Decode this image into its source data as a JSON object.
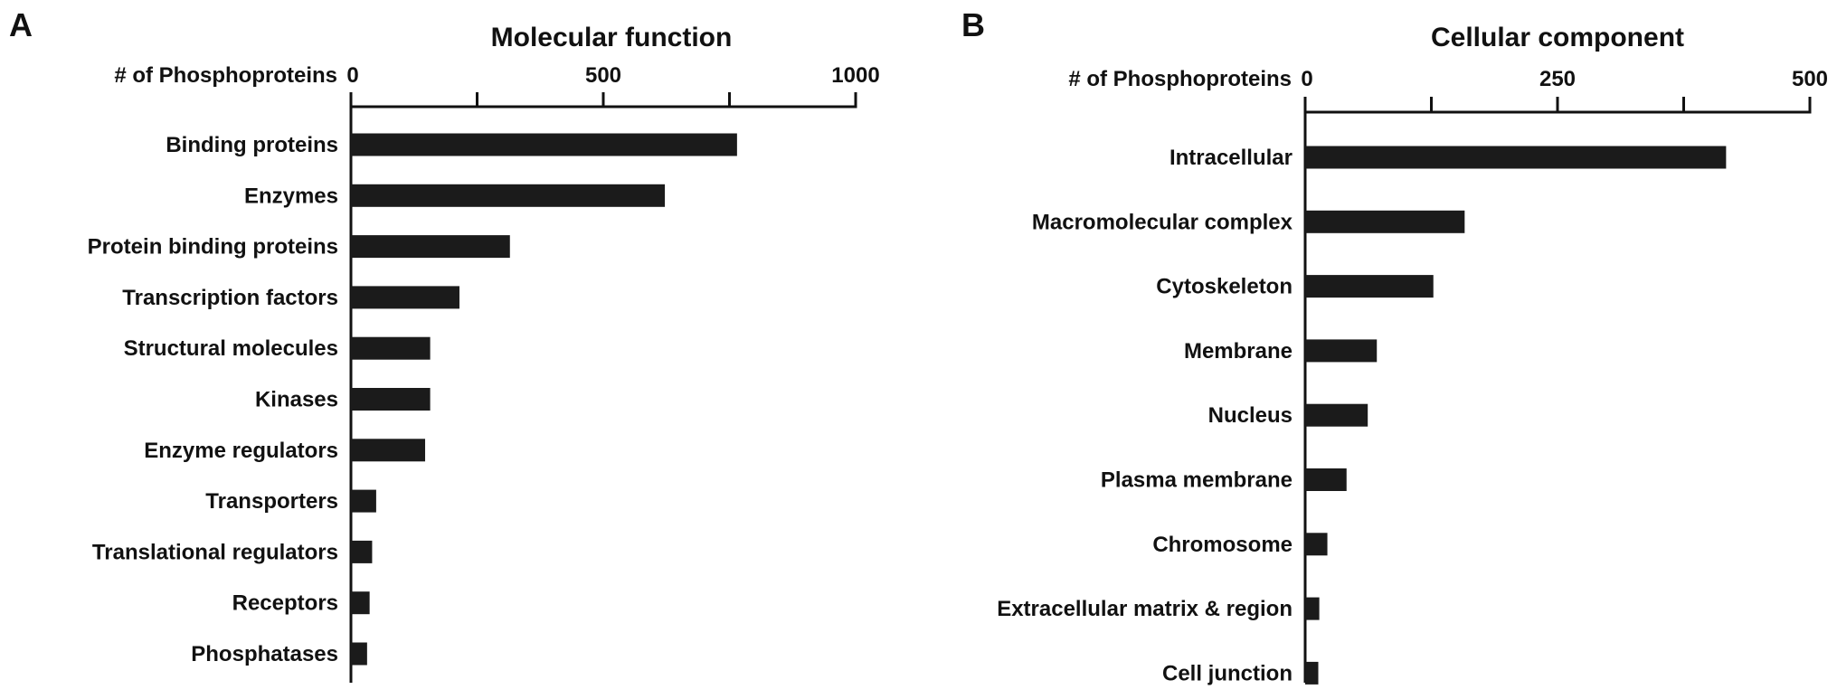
{
  "chart_data": [
    {
      "type": "bar",
      "orientation": "horizontal",
      "panel": "A",
      "title": "Molecular function",
      "axis_label": "# of Phosphoproteins",
      "xlim": [
        0,
        1000
      ],
      "ticks": [
        0,
        250,
        500,
        750,
        1000
      ],
      "tick_labels": [
        "0",
        "",
        "500",
        "",
        "1000"
      ],
      "categories": [
        "Binding proteins",
        "Enzymes",
        "Protein binding proteins",
        "Transcription factors",
        "Structural molecules",
        "Kinases",
        "Enzyme regulators",
        "Transporters",
        "Translational regulators",
        "Receptors",
        "Phosphatases"
      ],
      "values": [
        765,
        622,
        315,
        215,
        157,
        157,
        147,
        50,
        42,
        37,
        32
      ],
      "grid": false
    },
    {
      "type": "bar",
      "orientation": "horizontal",
      "panel": "B",
      "title": "Cellular component",
      "axis_label": "# of Phosphoproteins",
      "xlim": [
        0,
        500
      ],
      "ticks": [
        0,
        125,
        250,
        375,
        500
      ],
      "tick_labels": [
        "0",
        "",
        "250",
        "",
        "500"
      ],
      "categories": [
        "Intracellular",
        "Macromolecular complex",
        "Cytoskeleton",
        "Membrane",
        "Nucleus",
        "Plasma membrane",
        "Chromosome",
        "Extracellular matrix & region",
        "Cell junction"
      ],
      "values": [
        417,
        158,
        127,
        71,
        62,
        41,
        22,
        14,
        13
      ],
      "grid": false
    }
  ],
  "colors": {
    "bar": "#1b1b1b",
    "text": "#111111"
  }
}
